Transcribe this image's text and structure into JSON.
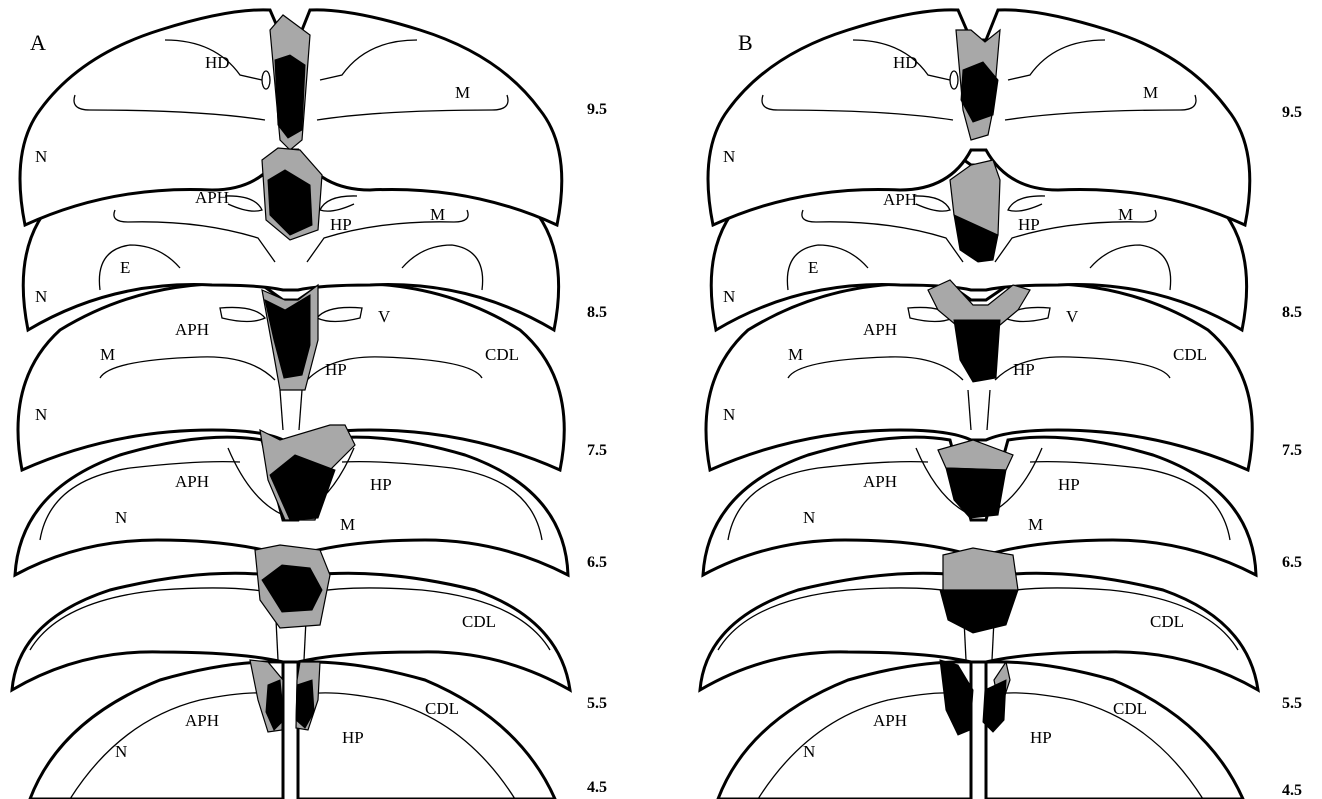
{
  "panels": [
    {
      "id": "A",
      "label": "A",
      "levels": [
        "9.5",
        "8.5",
        "7.5",
        "6.5",
        "5.5",
        "4.5"
      ],
      "sections": [
        {
          "labels": [
            "HD",
            "M",
            "N"
          ]
        },
        {
          "labels": [
            "APH",
            "HP",
            "M",
            "E",
            "N"
          ]
        },
        {
          "labels": [
            "APH",
            "V",
            "M",
            "HP",
            "CDL",
            "N"
          ]
        },
        {
          "labels": [
            "APH",
            "HP",
            "N",
            "M"
          ]
        },
        {
          "labels": [
            "CDL"
          ]
        },
        {
          "labels": [
            "APH",
            "CDL",
            "N",
            "HP"
          ]
        }
      ]
    },
    {
      "id": "B",
      "label": "B",
      "levels": [
        "9.5",
        "8.5",
        "7.5",
        "6.5",
        "5.5",
        "4.5"
      ],
      "sections": [
        {
          "labels": [
            "HD",
            "M",
            "N"
          ]
        },
        {
          "labels": [
            "APH",
            "HP",
            "M",
            "E",
            "N"
          ]
        },
        {
          "labels": [
            "APH",
            "V",
            "M",
            "HP",
            "CDL",
            "N"
          ]
        },
        {
          "labels": [
            "APH",
            "HP",
            "N",
            "M"
          ]
        },
        {
          "labels": [
            "CDL"
          ]
        },
        {
          "labels": [
            "APH",
            "CDL",
            "N",
            "HP"
          ]
        }
      ]
    }
  ],
  "colors": {
    "lesion_max": "#000000",
    "lesion_extent": "#a8a8a8",
    "outline": "#000000",
    "background": "#ffffff"
  }
}
